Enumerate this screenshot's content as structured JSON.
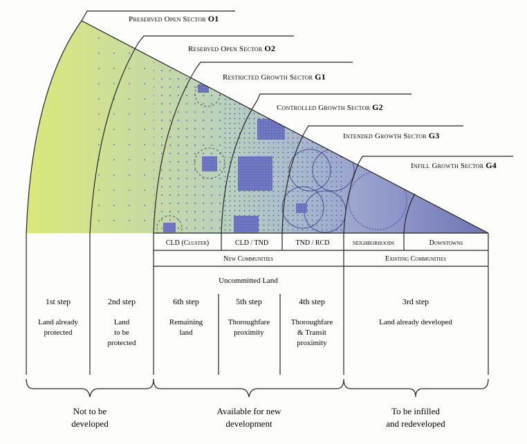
{
  "sectors": [
    {
      "name": "Preserved Open Sector",
      "code": "O1"
    },
    {
      "name": "Reserved Open Sector",
      "code": "O2"
    },
    {
      "name": "Restricted Growth Sector",
      "code": "G1"
    },
    {
      "name": "Controlled Growth Sector",
      "code": "G2"
    },
    {
      "name": "Intended Growth Sector",
      "code": "G3"
    },
    {
      "name": "Infill Growth Sector",
      "code": "G4"
    }
  ],
  "colors": {
    "o1": "#dbe87a",
    "o2": "#c8dca0",
    "g1": "#b9cfc0",
    "g2": "#a6b4cf",
    "g3": "#8f96c9",
    "g4": "#6e74b4",
    "block": "#7379c4"
  },
  "patterns": [
    "CLD (Cluster)",
    "CLD / TND",
    "TND / RCD",
    "neighborhoods",
    "Downtowns"
  ],
  "communities": {
    "new": "New Communities",
    "existing": "Existing Communities"
  },
  "uncommitted": "Uncommitted Land",
  "steps": [
    {
      "step": "1st step",
      "desc": [
        "Land already",
        "protected"
      ]
    },
    {
      "step": "2nd step",
      "desc": [
        "Land",
        "to be",
        "protected"
      ]
    },
    {
      "step": "6th step",
      "desc": [
        "Remaining",
        "land"
      ]
    },
    {
      "step": "5th step",
      "desc": [
        "Thoroughfare",
        "proximity"
      ]
    },
    {
      "step": "4th step",
      "desc": [
        "Thoroughfare",
        "& Transit",
        "proximity"
      ]
    },
    {
      "step": "3rd step",
      "desc": [
        "Land already developed"
      ]
    }
  ],
  "outcomes": [
    {
      "lines": [
        "Not to be",
        "developed"
      ]
    },
    {
      "lines": [
        "Available for new",
        "development"
      ]
    },
    {
      "lines": [
        "To be infilled",
        "and redeveloped"
      ]
    }
  ]
}
